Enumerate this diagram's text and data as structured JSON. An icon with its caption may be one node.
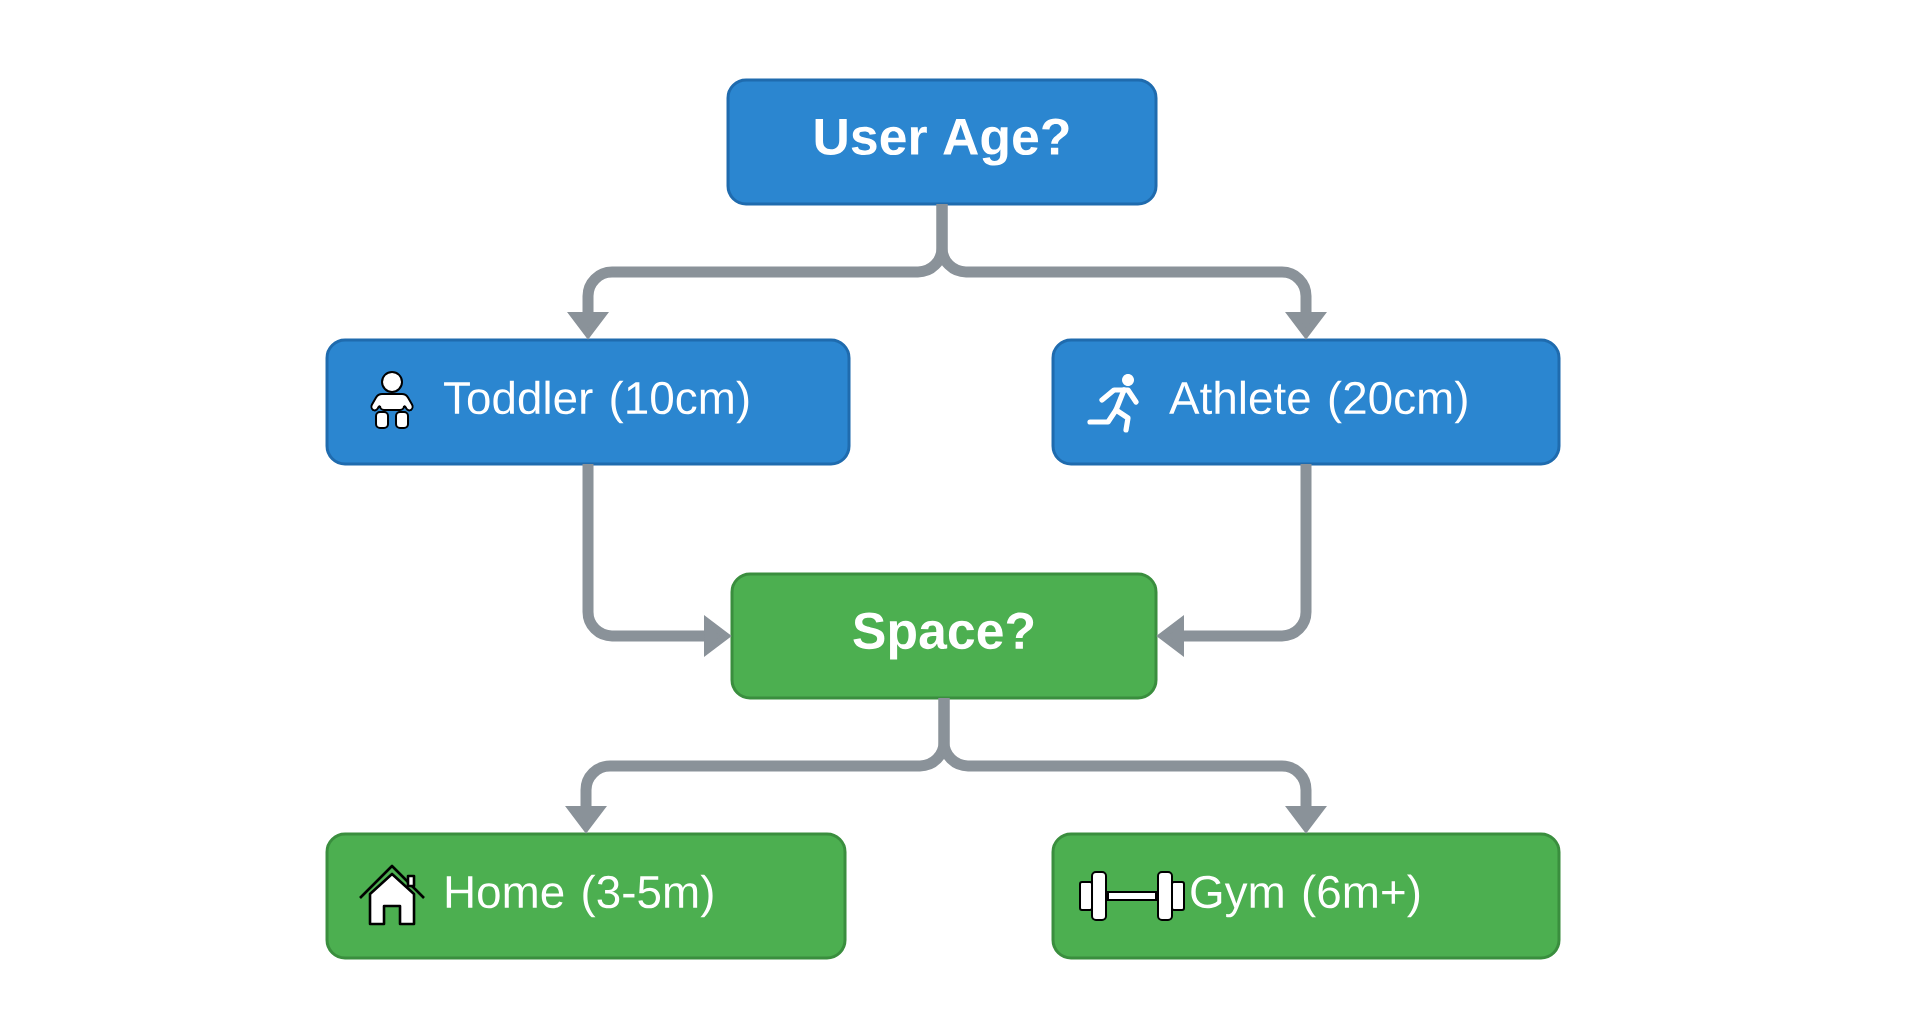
{
  "diagram": {
    "nodes": [
      {
        "text": [
          "User Age?"
        ]
      },
      {
        "text": [
          "Toddler (10cm)"
        ]
      },
      {
        "text": [
          "Athlete (20cm)"
        ]
      },
      {
        "text": [
          "Space?"
        ]
      },
      {
        "text": [
          "Home (3-5m)"
        ]
      },
      {
        "text": [
          "Gym (6m+)"
        ]
      }
    ],
    "edges": [
      {
        "from": 0,
        "to": 1,
        "arrow": "to"
      },
      {
        "from": 0,
        "to": 2,
        "arrow": "to"
      },
      {
        "from": 1,
        "to": 3,
        "arrow": "to"
      },
      {
        "from": 2,
        "to": 3,
        "arrow": "to"
      },
      {
        "from": 3,
        "to": 4,
        "arrow": "to"
      },
      {
        "from": 3,
        "to": 5,
        "arrow": "to"
      }
    ]
  }
}
